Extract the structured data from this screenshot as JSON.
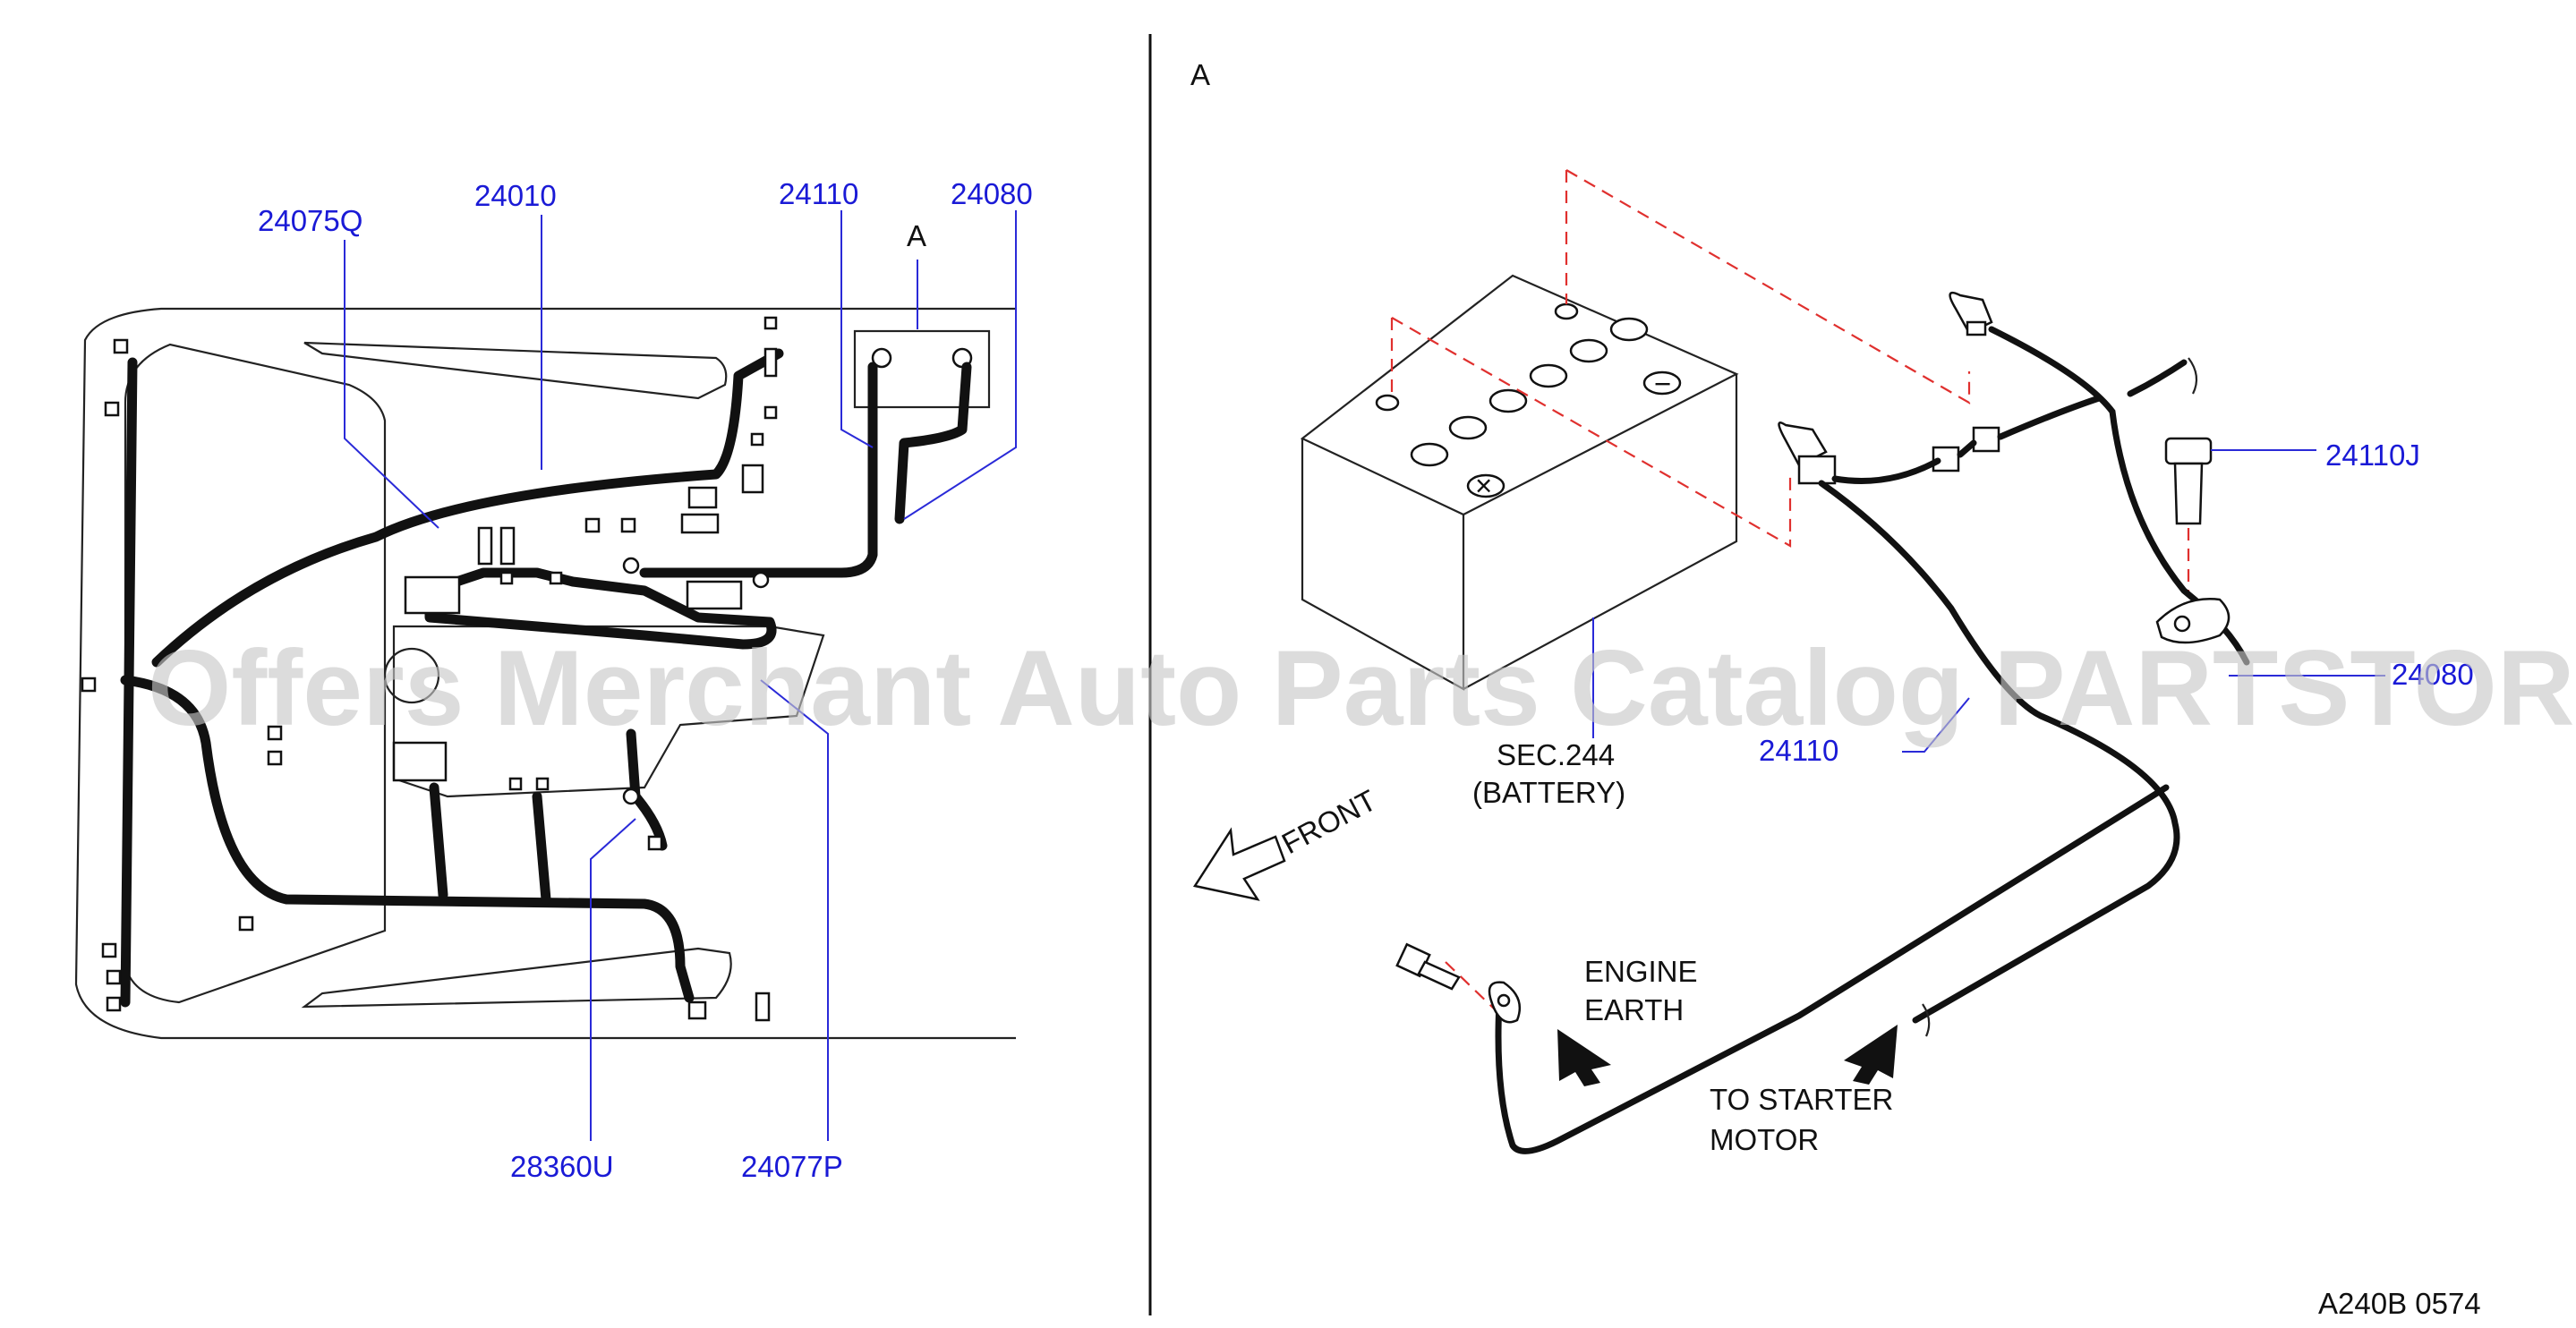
{
  "panel_left": {
    "labels": {
      "p24075q": "24075Q",
      "p24010": "24010",
      "p24110": "24110",
      "p24080": "24080",
      "a_marker": "A",
      "p28360u": "28360U",
      "p24077p": "24077P"
    }
  },
  "panel_right": {
    "labels": {
      "view_marker": "A",
      "p24110j": "24110J",
      "p24080": "24080",
      "p24110": "24110",
      "sec_ref": "SEC.244",
      "battery": "(BATTERY)",
      "front": "FRONT",
      "engine_earth_1": "ENGINE",
      "engine_earth_2": "EARTH",
      "starter_1": "TO  STARTER",
      "starter_2": "MOTOR"
    }
  },
  "footer": {
    "code": "A240B  0574"
  },
  "watermark": {
    "text": "Offers Merchant Auto Parts Catalog PARTSTORE.SA"
  },
  "colors": {
    "label_blue": "#1a1ad6",
    "dash_red": "#e0302e",
    "line_black": "#111111"
  }
}
